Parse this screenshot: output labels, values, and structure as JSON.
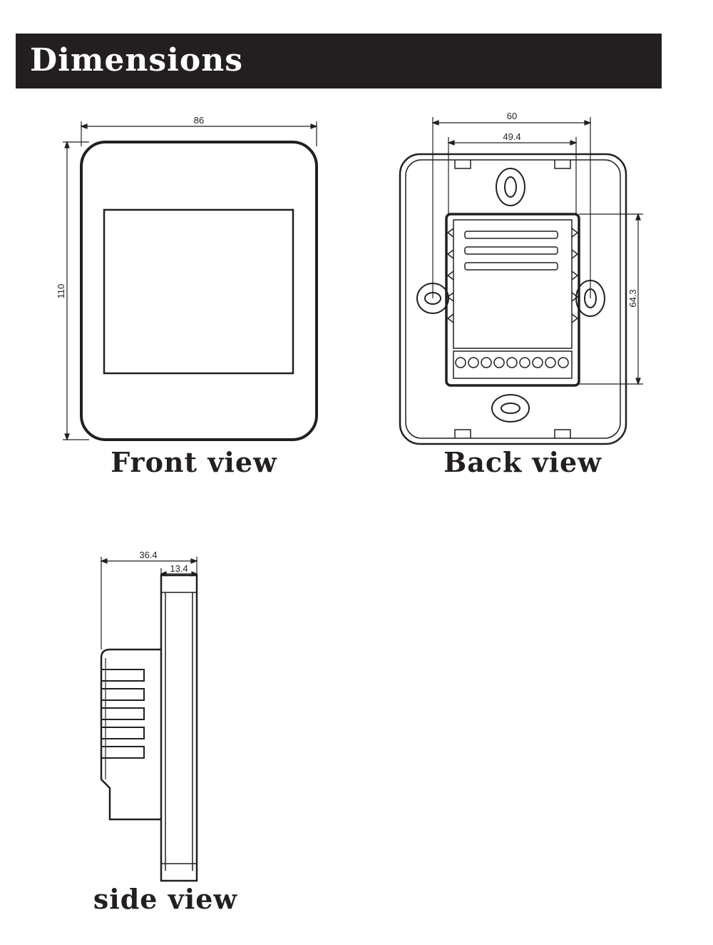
{
  "header": {
    "title": "Dimensions"
  },
  "front_view": {
    "label": "Front view",
    "width_dim": "86",
    "height_dim": "110"
  },
  "back_view": {
    "label": "Back view",
    "outer_width_dim": "60",
    "inner_width_dim": "49.4",
    "height_dim": "64.3"
  },
  "side_view": {
    "label": "side view",
    "depth_dim": "36.4",
    "plate_dim": "13.4"
  },
  "colors": {
    "ink": "#231f20",
    "banner_bg": "#231f20",
    "banner_text": "#ffffff"
  }
}
